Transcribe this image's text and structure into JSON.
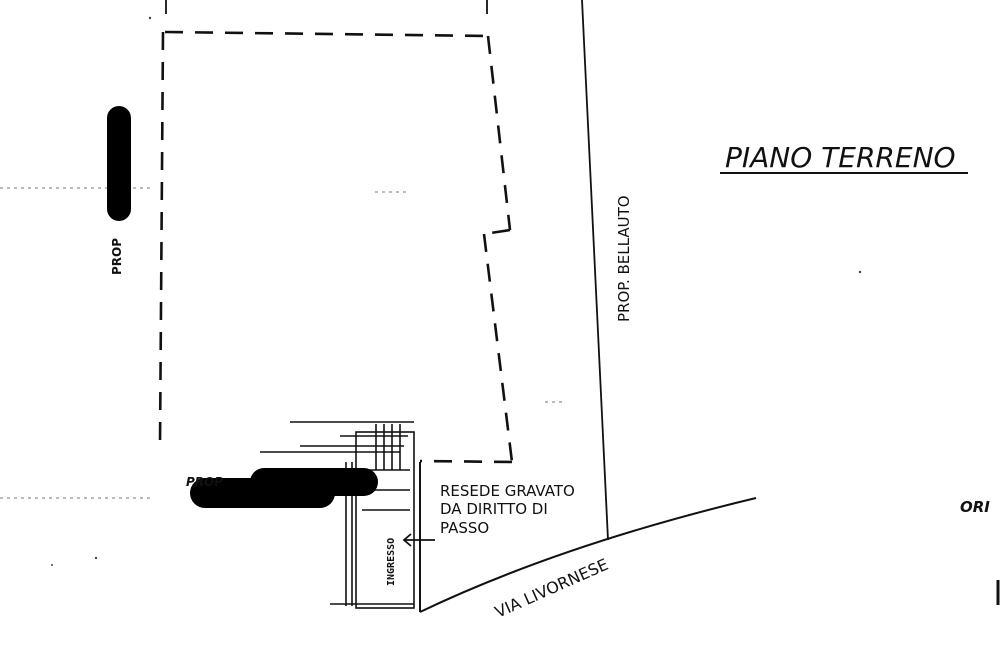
{
  "title": "PIANO TERRENO",
  "labels": {
    "prop_left": "PROP",
    "prop_bellauto": "PROP. BELLAUTO",
    "prop_bottom": "PROP",
    "resede_line1": "RESEDE GRAVATO",
    "resede_line2": "DA DIRITTO DI",
    "resede_line3": "PASSO",
    "ingresso": "INGRESSO",
    "street": "VIA LIVORNESE",
    "orientation_cut": "ORI"
  },
  "colors": {
    "ink": "#111111",
    "redaction": "#000000",
    "paper": "#ffffff"
  }
}
